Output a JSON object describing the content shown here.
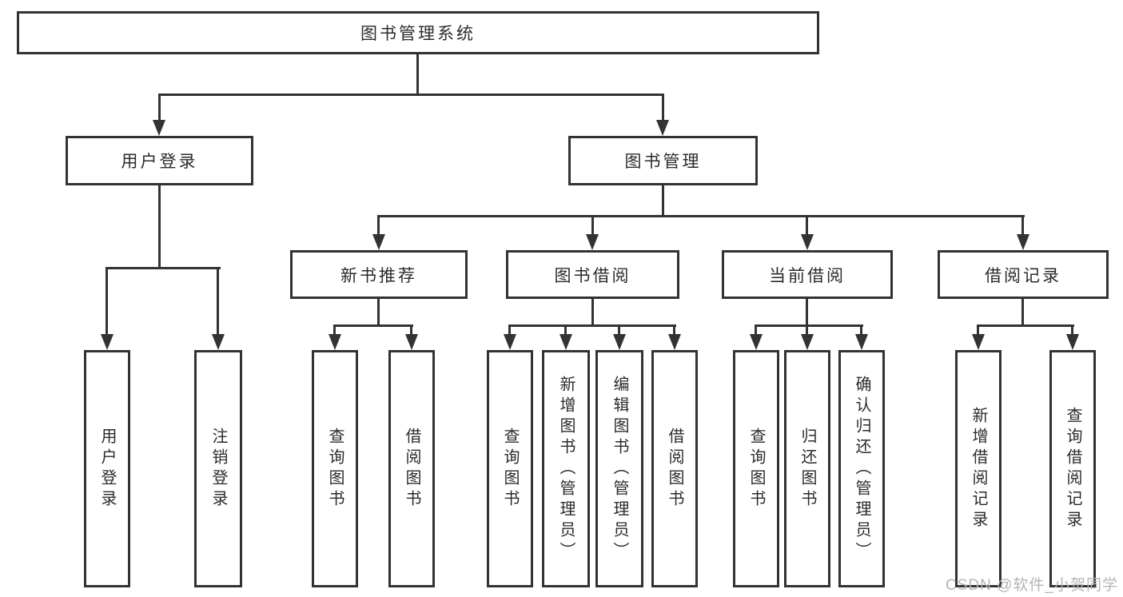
{
  "colors": {
    "background": "#ffffff",
    "line": "#333333",
    "box_border": "#333333",
    "text": "#2b2b2b",
    "watermark_text": "#b5b5b5"
  },
  "tree": {
    "root": "图书管理系统",
    "branches": {
      "user_login": "用户登录",
      "book_management": "图书管理"
    },
    "modules": {
      "new_book_recommend": "新书推荐",
      "book_borrow": "图书借阅",
      "current_borrow": "当前借阅",
      "borrow_records": "借阅记录"
    },
    "leaves": {
      "user_login": "用户登录",
      "logout": "注销登录",
      "nb_query_books": "查询图书",
      "nb_borrow_books": "借阅图书",
      "bb_query_books": "查询图书",
      "bb_add_books": "新增图书（管理员）",
      "bb_edit_books": "编辑图书（管理员）",
      "bb_borrow_books": "借阅图书",
      "cb_query_books": "查询图书",
      "cb_return_books": "归还图书",
      "cb_confirm_return": "确认归还（管理员）",
      "br_add_record": "新增借阅记录",
      "br_query_record": "查询借阅记录"
    }
  },
  "watermark": "CSDN @软件_小贺同学"
}
